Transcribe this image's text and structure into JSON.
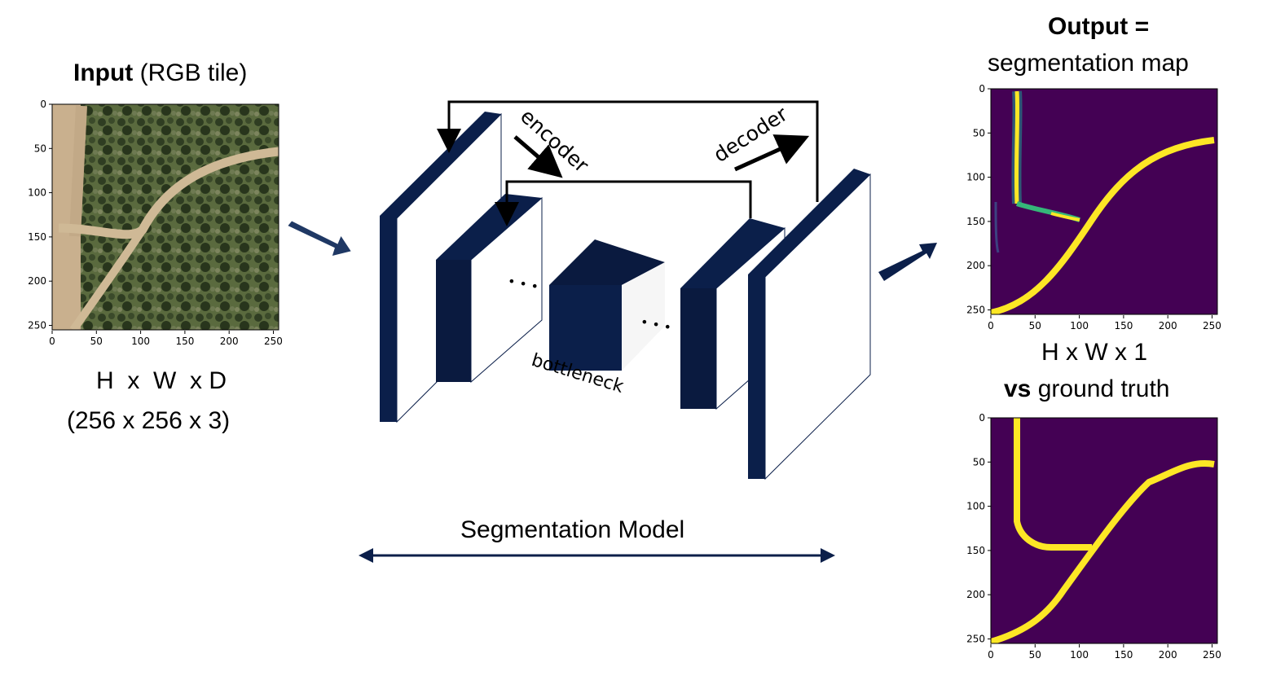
{
  "input": {
    "title_bold": "Input",
    "title_rest": " (RGB tile)",
    "dims_line1": "H  x  W  x D",
    "dims_line2": "(256 x 256 x 3)",
    "x_ticks": [
      "0",
      "50",
      "100",
      "150",
      "200",
      "250"
    ],
    "y_ticks": [
      "0",
      "50",
      "100",
      "150",
      "200",
      "250"
    ]
  },
  "model": {
    "encoder_label": "encoder",
    "decoder_label": "decoder",
    "bottleneck_label": "bottleneck",
    "ellipsis": "• • •",
    "caption": "Segmentation Model"
  },
  "output": {
    "title_bold": "Output =",
    "subtitle": "segmentation map",
    "dims": "H x W x 1",
    "vs_bold": "vs",
    "vs_rest": " ground truth",
    "x_ticks": [
      "0",
      "50",
      "100",
      "150",
      "200",
      "250"
    ],
    "y_ticks": [
      "0",
      "50",
      "100",
      "150",
      "200",
      "250"
    ]
  },
  "colors": {
    "navy": "#0b1f4a",
    "navy_dark": "#0a1a3f",
    "arrow_blue": "#1f3864",
    "viridis_bg": "#440154",
    "viridis_line": "#fde725"
  }
}
